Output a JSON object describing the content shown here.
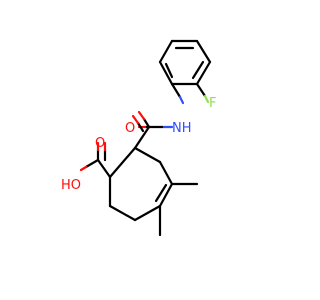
{
  "atoms": {
    "fluorine": {
      "label": "F",
      "color": "#90e050"
    },
    "amide_nh": {
      "label": "NH",
      "color": "#3050f8"
    },
    "amide_o": {
      "label": "O",
      "color": "#ff0d0d"
    },
    "acid_o": {
      "label": "O",
      "color": "#ff0d0d"
    },
    "acid_oh": {
      "label": "HO",
      "color": "#ff0d0d"
    }
  },
  "colors": {
    "carbon_bond": "#000000",
    "background": "#ffffff"
  }
}
